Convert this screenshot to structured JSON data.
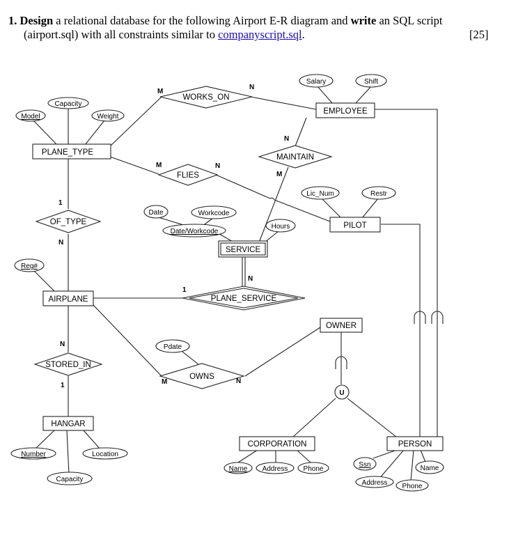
{
  "question": {
    "number": "1.",
    "bold1": "Design",
    "text1": " a relational database for the following Airport E-R diagram and ",
    "bold2": "write",
    "text2": " an SQL script",
    "line2_text": "(airport.sql) with all constraints similar to ",
    "link_text": "companyscript.sql",
    "line2_end": ".",
    "marks": "[25]"
  },
  "diagram": {
    "entities": {
      "plane_type": "PLANE_TYPE",
      "employee": "EMPLOYEE",
      "pilot": "PILOT",
      "service": "SERVICE",
      "airplane": "AIRPLANE",
      "owner": "OWNER",
      "hangar": "HANGAR",
      "corporation": "CORPORATION",
      "person": "PERSON"
    },
    "relationships": {
      "works_on": "WORKS_ON",
      "maintain": "MAINTAIN",
      "flies": "FLIES",
      "of_type": "OF_TYPE",
      "plane_service": "PLANE_SERVICE",
      "stored_in": "STORED_IN",
      "owns": "OWNS"
    },
    "attributes": {
      "capacity_pt": "Capacity",
      "model": "Model",
      "weight": "Weight",
      "salary": "Salary",
      "shift": "Shift",
      "lic_num": "Lic_Num",
      "restr": "Restr",
      "date": "Date",
      "workcode": "Workcode",
      "date_workcode": "Date/Workcode",
      "hours": "Hours",
      "reg": "Reg#",
      "pdate": "Pdate",
      "number": "Number",
      "location": "Location",
      "capacity_h": "Capacity",
      "corp_name": "Name",
      "corp_address": "Address",
      "corp_phone": "Phone",
      "ssn": "Ssn",
      "per_name": "Name",
      "per_address": "Address",
      "per_phone": "Phone"
    },
    "union_symbol": "U",
    "cardinalities": {
      "works_on_m": "M",
      "works_on_n": "N",
      "maintain_n": "N",
      "maintain_m": "M",
      "flies_m": "M",
      "flies_n": "N",
      "of_type_1": "1",
      "of_type_n": "N",
      "plane_service_1": "1",
      "plane_service_n": "N",
      "stored_in_n": "N",
      "stored_in_1": "1",
      "owns_m": "M",
      "owns_n": "N"
    }
  }
}
